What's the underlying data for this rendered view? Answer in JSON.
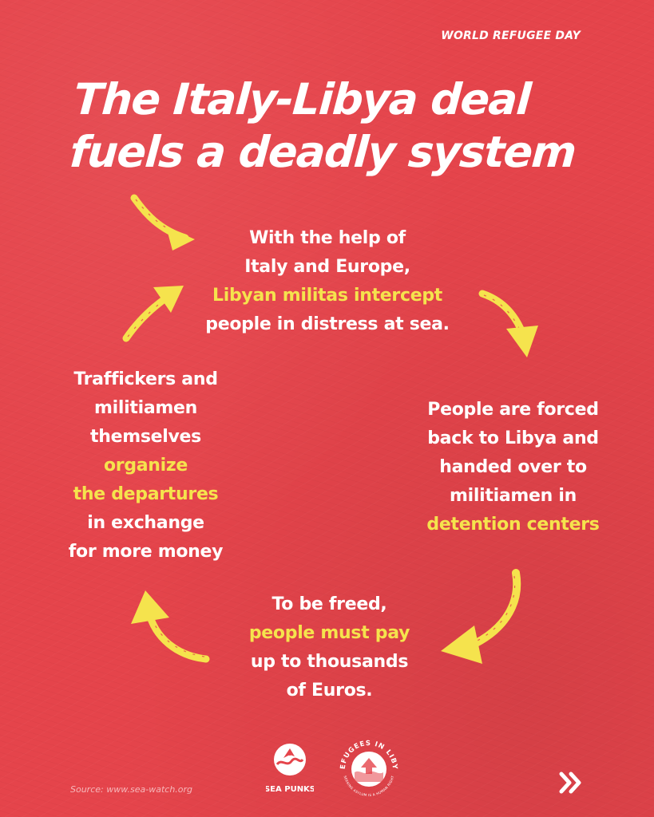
{
  "header": {
    "eyebrow": "WORLD REFUGEE DAY",
    "title_lines": [
      "The Italy-Libya deal",
      "fuels a deadly system"
    ]
  },
  "cycle": {
    "top": [
      "With the help of",
      "Italy and Europe,",
      "Libyan militas intercept",
      "people in distress at sea."
    ],
    "right": [
      "People are forced",
      "back to Libya and",
      "handed over to",
      "militiamen in",
      "detention centers"
    ],
    "bottom": [
      "To be freed,",
      "people must pay",
      "up to thousands",
      "of Euros."
    ],
    "left": [
      "Traffickers and",
      "militiamen",
      "themselves",
      "organize",
      "the departures",
      "in exchange",
      "for more money"
    ]
  },
  "footer": {
    "source": "Source: www.sea-watch.org",
    "logo_seapunks": "SEA PUNKS",
    "logo_refugees_arc": "REFUGEES IN LIBYA",
    "logo_refugees_bottom": "SEEKING ASYLUM IS A HUMAN RIGHT"
  },
  "icons": {
    "arrows": "hand-drawn-arrow-icon",
    "next": "double-chevron-right-icon"
  },
  "colors": {
    "background": "#e5444b",
    "text": "#ffffff",
    "highlight": "#f5e34d"
  }
}
